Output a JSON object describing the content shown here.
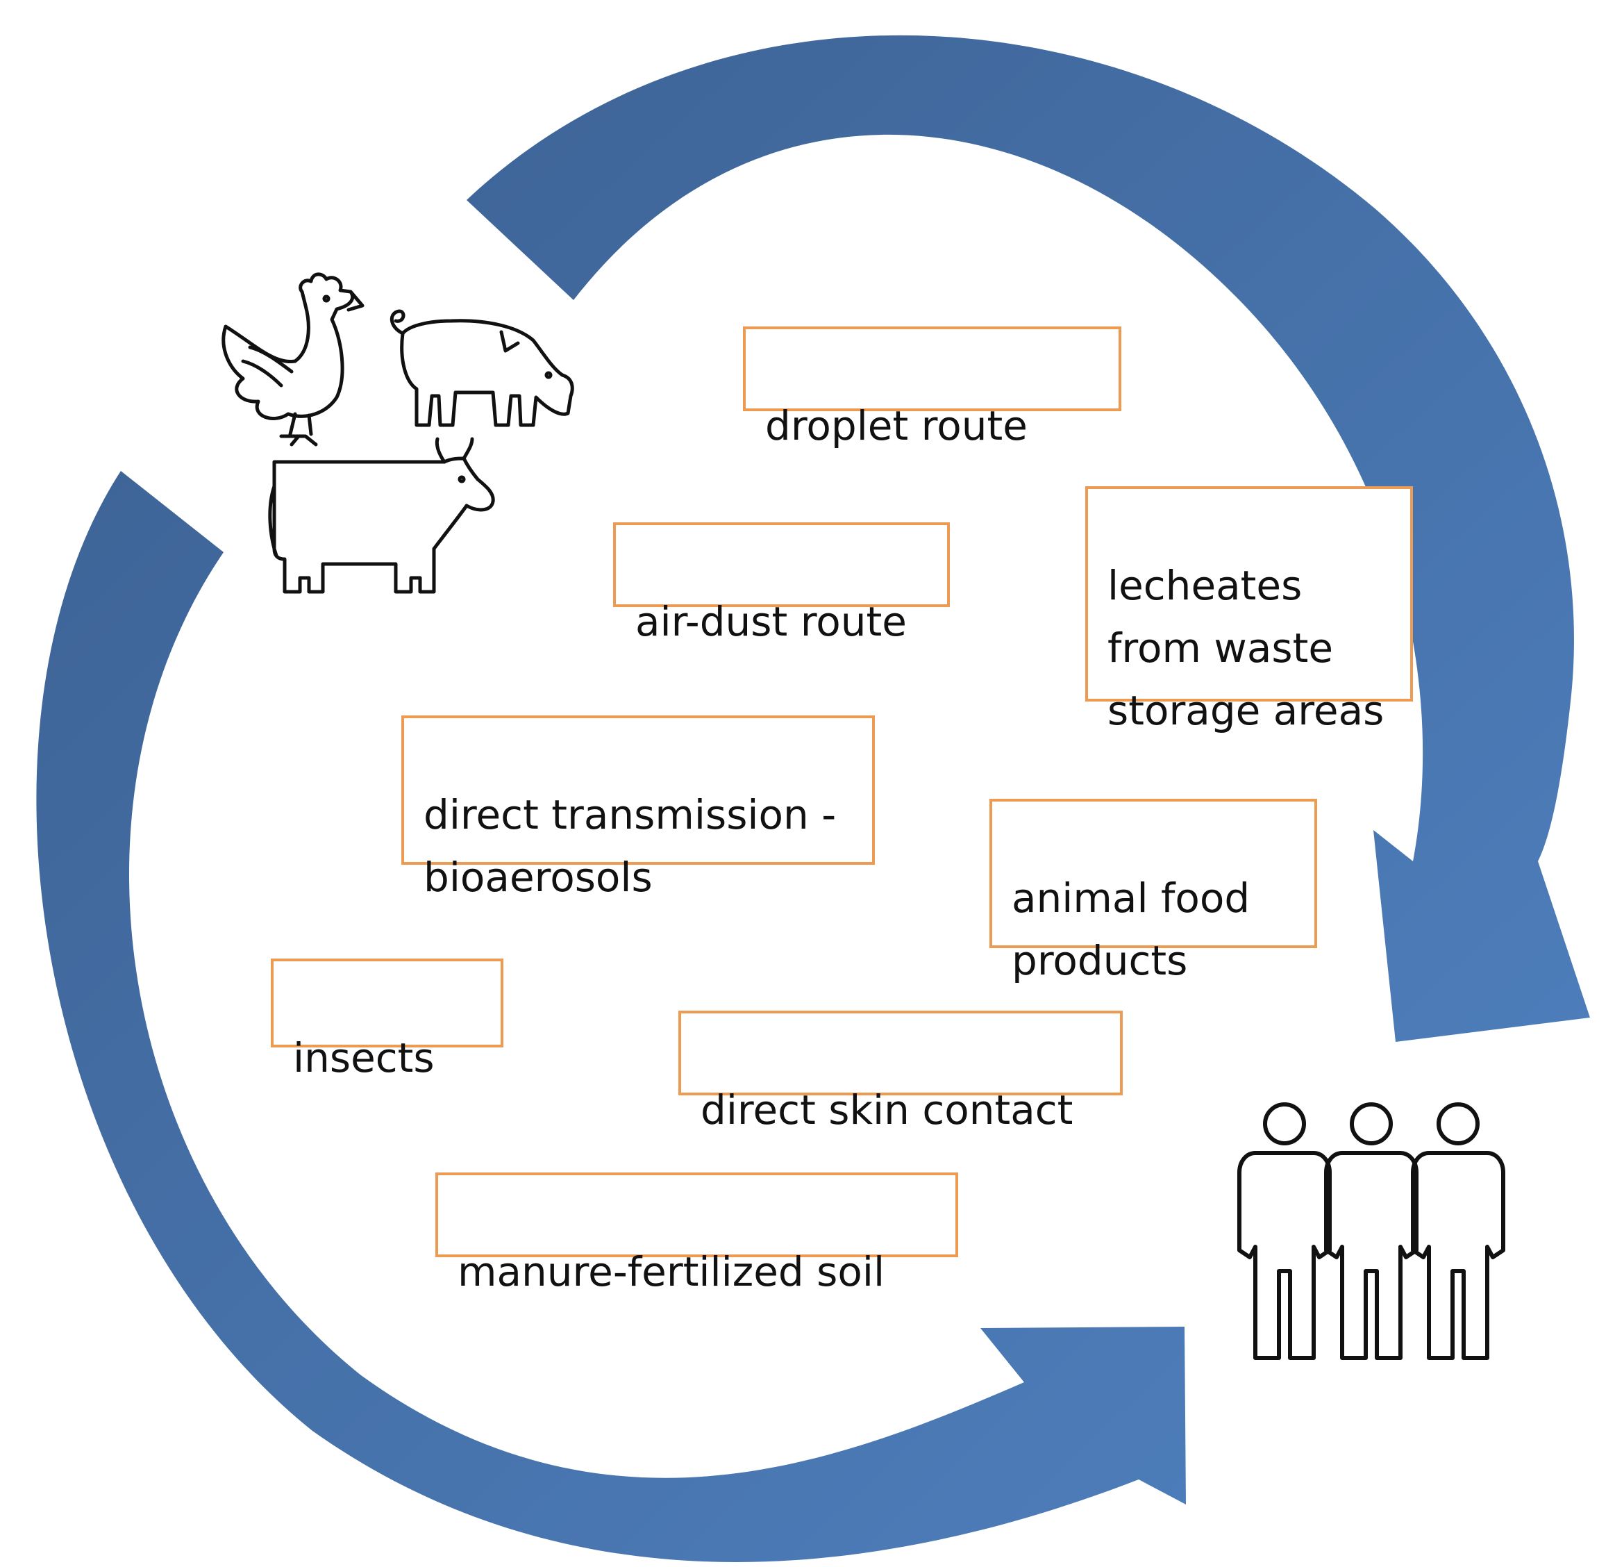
{
  "colors": {
    "arrow_dark": "#3E6497",
    "arrow_light": "#4D7DBA",
    "box_border": "#ED9A52",
    "icon_stroke": "#111111",
    "background": "#FFFFFF"
  },
  "icons": {
    "source": [
      "chicken-icon",
      "pig-icon",
      "cow-icon"
    ],
    "target": [
      "people-icon"
    ]
  },
  "routes": [
    {
      "id": "droplet",
      "label": "droplet route"
    },
    {
      "id": "air-dust",
      "label": "air-dust route"
    },
    {
      "id": "lecheates",
      "label": "lecheates\nfrom waste\nstorage areas"
    },
    {
      "id": "bioaerosols",
      "label": "direct transmission -\nbioaerosols"
    },
    {
      "id": "animal-food",
      "label": "animal food\nproducts"
    },
    {
      "id": "insects",
      "label": "insects"
    },
    {
      "id": "skin-contact",
      "label": "direct skin contact"
    },
    {
      "id": "soil",
      "label": "manure-fertilized soil"
    }
  ]
}
